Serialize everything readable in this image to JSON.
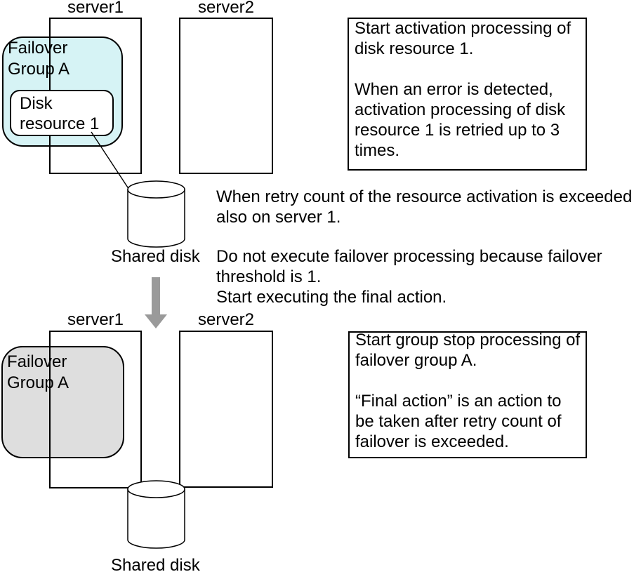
{
  "colors": {
    "group_active_fill": "#d6f3f5",
    "group_stopped_fill": "#dedede",
    "arrow_gray": "#9a9a9a",
    "line_black": "#000000"
  },
  "top": {
    "server1_label": "server1",
    "server2_label": "server2",
    "failover_group_label": "Failover\nGroup A",
    "disk_resource_label": "Disk\nresource 1",
    "shared_disk_label": "Shared disk",
    "note": "Start activation processing of\ndisk resource 1.\n\nWhen an error is detected,\nactivation processing of disk\nresource 1 is retried up to 3\ntimes."
  },
  "middle": {
    "note_retry": "When retry count of the resource activation is exceeded\nalso on server 1.",
    "note_final_action": "Do not execute failover processing because failover\nthreshold is 1.\nStart executing the final action."
  },
  "bottom": {
    "server1_label": "server1",
    "server2_label": "server2",
    "failover_group_label": "Failover\nGroup A",
    "shared_disk_label": "Shared disk",
    "note": "Start group stop processing of\nfailover group A.\n\n“Final action” is an action to\nbe taken after retry count of\nfailover is exceeded."
  }
}
